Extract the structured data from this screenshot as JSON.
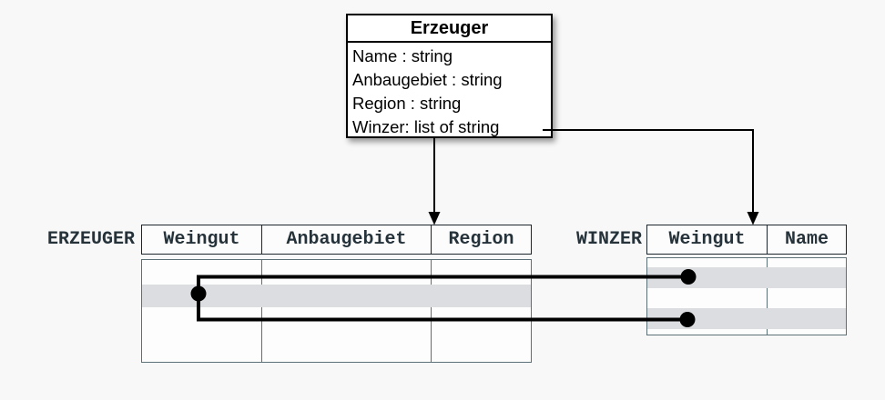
{
  "page": {
    "background": "#f8f8f8"
  },
  "class_box": {
    "title": "Erzeuger",
    "attributes": [
      "Name : string",
      "Anbaugebiet : string",
      "Region : string",
      "Winzer: list of string"
    ]
  },
  "tables": {
    "erzeuger": {
      "label": "ERZEUGER",
      "columns": [
        "Weingut",
        "Anbaugebiet",
        "Region"
      ]
    },
    "winzer": {
      "label": "WINZER",
      "columns": [
        "Weingut",
        "Name"
      ]
    }
  },
  "colors": {
    "highlight_band": "#dcdde1",
    "table_body_border": "#5c7077",
    "table_header_border": "#1c262c",
    "table_text": "#25323a",
    "connector": "#000000",
    "class_box_border": "#000000",
    "class_box_background": "#ffffff"
  }
}
